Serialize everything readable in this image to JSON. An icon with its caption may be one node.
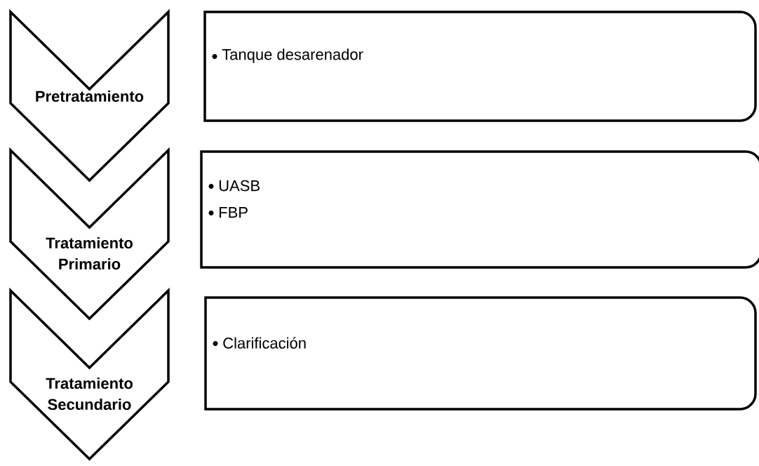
{
  "diagram": {
    "nodes": [
      {
        "text": [
          "Pretratamiento"
        ]
      },
      {
        "text": [
          "Tanque desarenador"
        ]
      },
      {
        "text": [
          "Tratamiento Primario"
        ]
      },
      {
        "text": [
          "UASB",
          "FBP"
        ]
      },
      {
        "text": [
          "Tratamiento Secundario"
        ]
      },
      {
        "text": [
          "Clarificación"
        ]
      }
    ]
  }
}
